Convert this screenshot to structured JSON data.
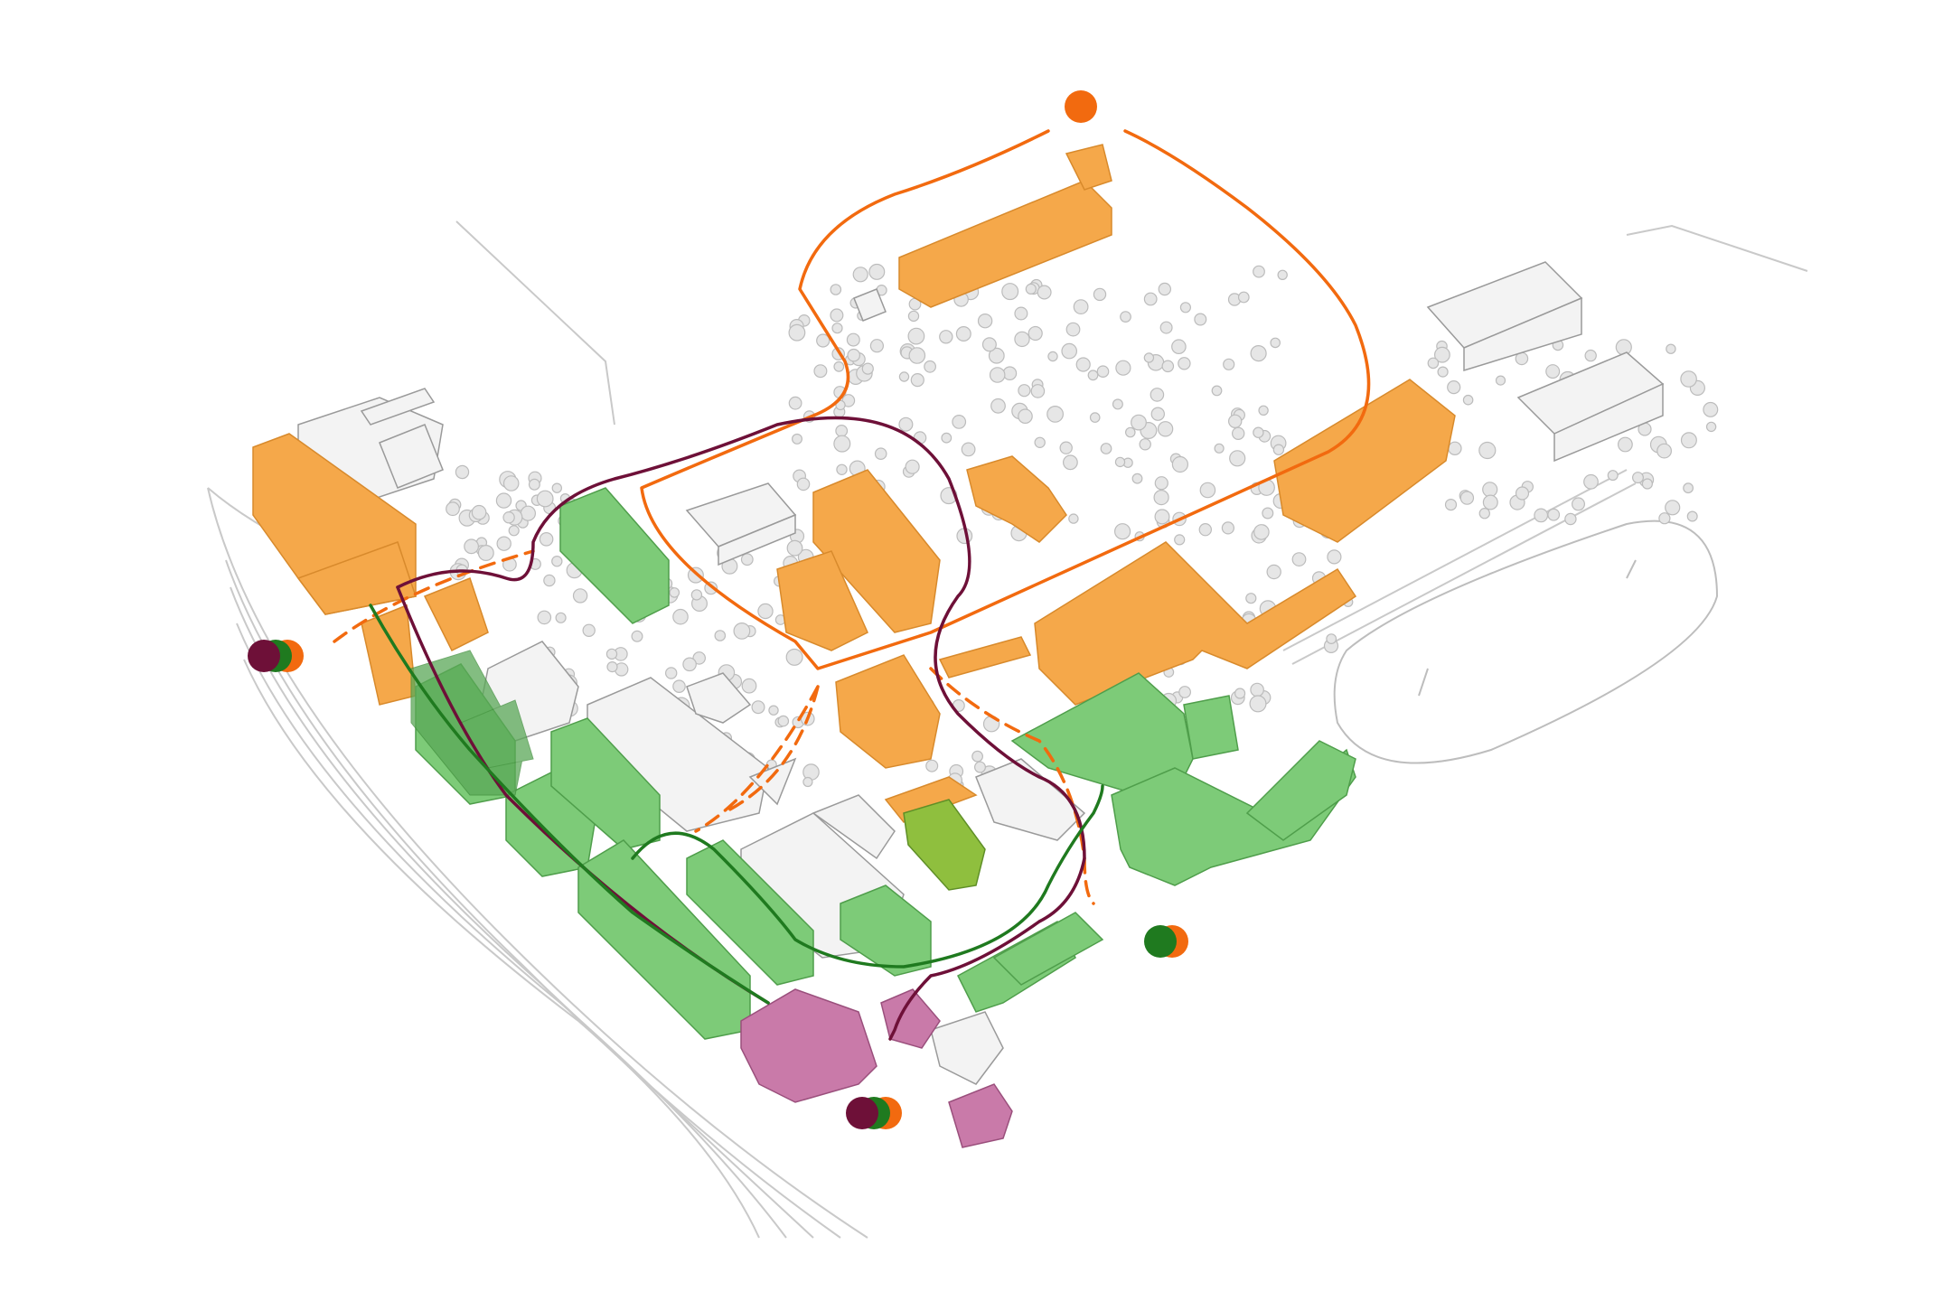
{
  "colors": {
    "orange": "#f5a84a",
    "orange_stroke": "#d88a2c",
    "route_orange": "#f26a0f",
    "green": "#7dcb78",
    "green_stroke": "#4f9e4b",
    "route_green": "#1f7a1f",
    "olive": "#8fbf3e",
    "purple": "#c97aa9",
    "purple_stroke": "#9a4f7c",
    "route_purple": "#6e1038",
    "grey_building": "#f2f2f2",
    "grey_stroke": "#9a9a9a",
    "tree": "#e3e3e3",
    "line": "#c8c8c8"
  },
  "routes": [
    {
      "name": "purple-route",
      "color_key": "route_purple",
      "style": "solid"
    },
    {
      "name": "green-route",
      "color_key": "route_green",
      "style": "solid"
    },
    {
      "name": "orange-route",
      "color_key": "route_orange",
      "style": "solid"
    },
    {
      "name": "orange-route-dashed",
      "color_key": "route_orange",
      "style": "dashed"
    }
  ],
  "markers": [
    {
      "name": "start-marker-west",
      "dots": [
        "route_purple",
        "route_green",
        "route_orange"
      ]
    },
    {
      "name": "start-marker-south",
      "dots": [
        "route_purple",
        "route_green",
        "route_orange"
      ]
    },
    {
      "name": "start-marker-east",
      "dots": [
        "route_green",
        "route_orange"
      ]
    },
    {
      "name": "start-marker-north",
      "dots": [
        "route_orange"
      ]
    }
  ]
}
